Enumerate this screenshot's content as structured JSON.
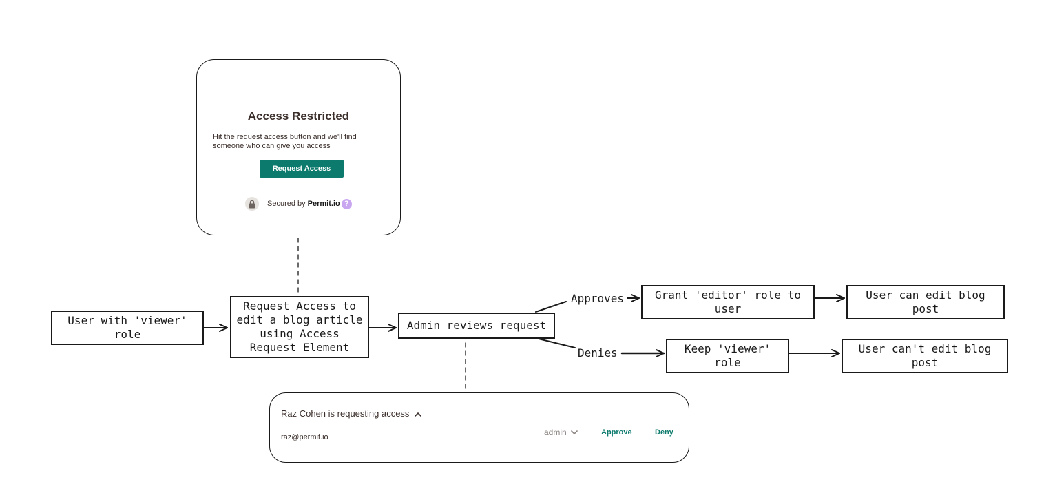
{
  "access_card": {
    "title": "Access Restricted",
    "description": "Hit the request access button and we'll find someone who can give you access",
    "button_label": "Request Access",
    "secured_prefix": "Secured by",
    "secured_brand": "Permit.io",
    "help_glyph": "?",
    "icons": {
      "lock": "lock-icon",
      "help": "help-icon"
    },
    "button_color": "#0c7a6c",
    "help_color": "#c9a6f0"
  },
  "flow": {
    "nodes": {
      "viewer_user": "User with 'viewer'\nrole",
      "request_access": "Request Access to\nedit a blog article\nusing Access\nRequest Element",
      "admin_review": "Admin reviews request",
      "grant_editor": "Grant 'editor' role to\nuser",
      "can_edit": "User can edit blog\npost",
      "keep_viewer": "Keep 'viewer'\nrole",
      "cannot_edit": "User can't edit blog\npost"
    },
    "edges": {
      "approves": "Approves",
      "denies": "Denies"
    }
  },
  "request_card": {
    "title": "Raz Cohen is requesting access",
    "email": "raz@permit.io",
    "role_value": "admin",
    "approve_label": "Approve",
    "deny_label": "Deny",
    "icons": {
      "collapse": "chevron-up-icon",
      "dropdown": "chevron-down-icon"
    },
    "action_color": "#0c7a6c"
  }
}
